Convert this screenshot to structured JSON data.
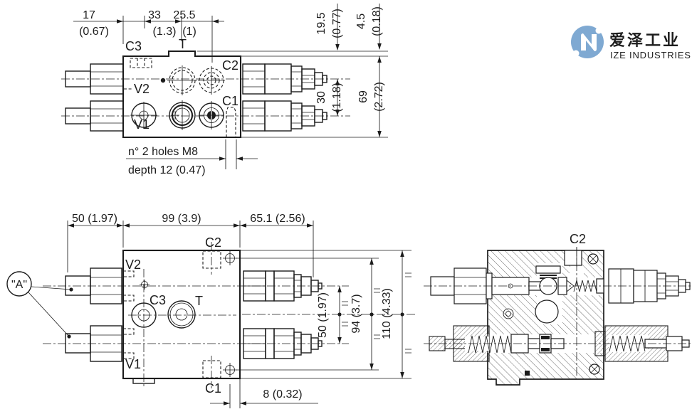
{
  "logo": {
    "name_cn": "爱泽工业",
    "name_en": "IZE INDUSTRIES",
    "brand_blue": "#7fa9d2",
    "text_dark": "#54585c",
    "text_gray": "#9b9fa3"
  },
  "line_color": "#1c1c1c",
  "top_view": {
    "ports": {
      "c3": "C3",
      "t": "T",
      "c2": "C2",
      "v2": "V2",
      "v1": "V1",
      "c1": "C1"
    },
    "dims": {
      "w17_mm": "17",
      "w17_in": "(0.67)",
      "w33_mm": "33",
      "w33_in": "(1.3)",
      "w255_mm": "25.5",
      "w255_in": "(1)",
      "h195_mm": "19.5",
      "h195_in": "(0.77)",
      "h45_mm": "4.5",
      "h45_in": "(0.18)",
      "h30_mm": "30",
      "h30_in": "(1.18)",
      "h69_mm": "69",
      "h69_in": "(2.72)"
    },
    "note_line1": "n° 2 holes M8",
    "note_line2": "depth 12 (0.47)"
  },
  "front_view": {
    "ports": {
      "c2": "C2",
      "v2": "V2",
      "c3": "C3",
      "t": "T",
      "v1": "V1",
      "c1": "C1"
    },
    "dims": {
      "w50": "50 (1.97)",
      "w99": "99 (3.9)",
      "w651": "65.1 (2.56)",
      "h50": "50 (1.97)",
      "h94": "94 (3.7)",
      "h110": "110 (4.33)",
      "d8": "8 (0.32)"
    },
    "detail_label": "\"A\""
  },
  "section_view": {
    "port_c2": "C2"
  }
}
